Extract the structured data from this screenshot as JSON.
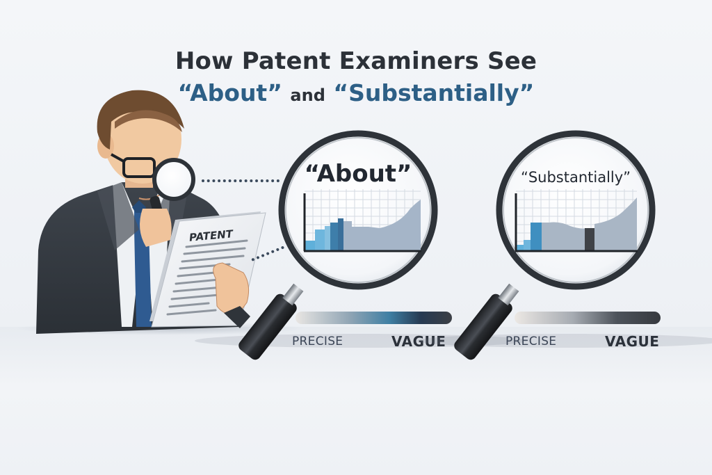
{
  "title": {
    "line1": "How Patent Examiners See",
    "term1": "“About”",
    "connector": "and",
    "term2": "“Substantially”"
  },
  "document": {
    "label": "PATENT"
  },
  "lenses": [
    {
      "term": "“About”",
      "scale": {
        "left_label": "PRECISE",
        "right_label": "VAGUE"
      }
    },
    {
      "term": "“Substantially”",
      "scale": {
        "left_label": "PRECISE",
        "right_label": "VAGUE"
      }
    }
  ],
  "colors": {
    "title_dark": "#2c3138",
    "title_accent": "#2d5f86",
    "bar_light_blue": "#5fb0da",
    "bar_mid_blue": "#4a8fbf",
    "bar_dark_blue": "#3a6f9a",
    "area_gray_blue": "#9fb0c4",
    "highlight_dark": "#3f4247"
  },
  "chart_data": [
    {
      "type": "area",
      "title": "“About”",
      "xlabel": "",
      "ylabel": "",
      "x": [
        1,
        2,
        3,
        4,
        5,
        6,
        7,
        8,
        9,
        10,
        11,
        12,
        13,
        14
      ],
      "values": [
        20,
        38,
        45,
        52,
        46,
        42,
        42,
        40,
        42,
        45,
        52,
        60,
        72,
        82
      ],
      "highlight": {
        "index": [
          3
        ],
        "color": "#3a6f9a"
      },
      "grid": true,
      "ylim": [
        0,
        100
      ]
    },
    {
      "type": "area",
      "title": "“Substantially”",
      "xlabel": "",
      "ylabel": "",
      "x": [
        1,
        2,
        3,
        4,
        5,
        6,
        7,
        8,
        9,
        10,
        11,
        12,
        13,
        14
      ],
      "values": [
        12,
        18,
        50,
        50,
        48,
        44,
        40,
        38,
        40,
        42,
        48,
        58,
        72,
        88
      ],
      "highlight": {
        "index": [
          8
        ],
        "color": "#3f4247"
      },
      "grid": true,
      "ylim": [
        0,
        100
      ]
    }
  ]
}
